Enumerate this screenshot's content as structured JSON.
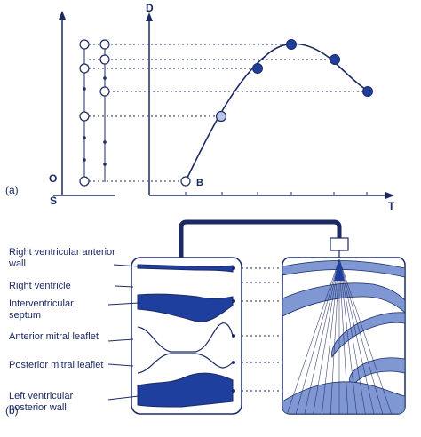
{
  "panel_a": {
    "panel_label": "(a)",
    "axis_d": "D",
    "axis_t": "T",
    "axis_o": "O",
    "axis_s": "S",
    "point_b": "B"
  },
  "panel_b": {
    "panel_label": "(b)",
    "labels": [
      "Right ventricular anterior wall",
      "Right ventricle",
      "Interventricular septum",
      "Anterior mitral leaflet",
      "Posterior mitral leaflet",
      "Left ventricular posterior wall"
    ]
  },
  "colors": {
    "ink": "#1c2a63",
    "fill_dark": "#1f3f9e",
    "fill_light": "#5d7dc8",
    "band": "#7f97d2"
  }
}
